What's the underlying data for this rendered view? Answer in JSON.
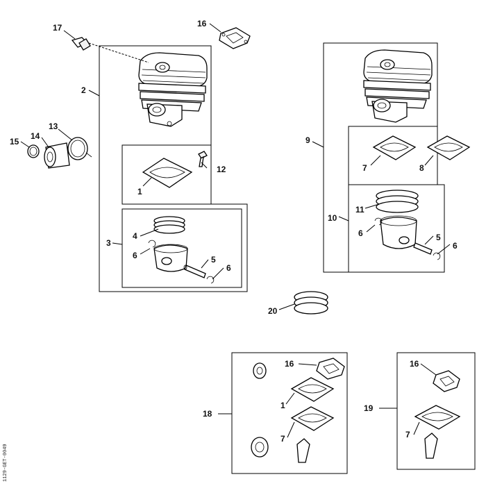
{
  "labels": {
    "p1a": "1",
    "p1b": "1",
    "p2": "2",
    "p3": "3",
    "p4": "4",
    "p5a": "5",
    "p5b": "5",
    "p6a": "6",
    "p6b": "6",
    "p6c": "6",
    "p6d": "6",
    "p7a": "7",
    "p7b": "7",
    "p7c": "7",
    "p8": "8",
    "p9": "9",
    "p10": "10",
    "p11": "11",
    "p12": "12",
    "p13": "13",
    "p14": "14",
    "p15": "15",
    "p16a": "16",
    "p16b": "16",
    "p16c": "16",
    "p17": "17",
    "p18": "18",
    "p19": "19",
    "p20": "20"
  },
  "side_code": "1129-GET-0049"
}
